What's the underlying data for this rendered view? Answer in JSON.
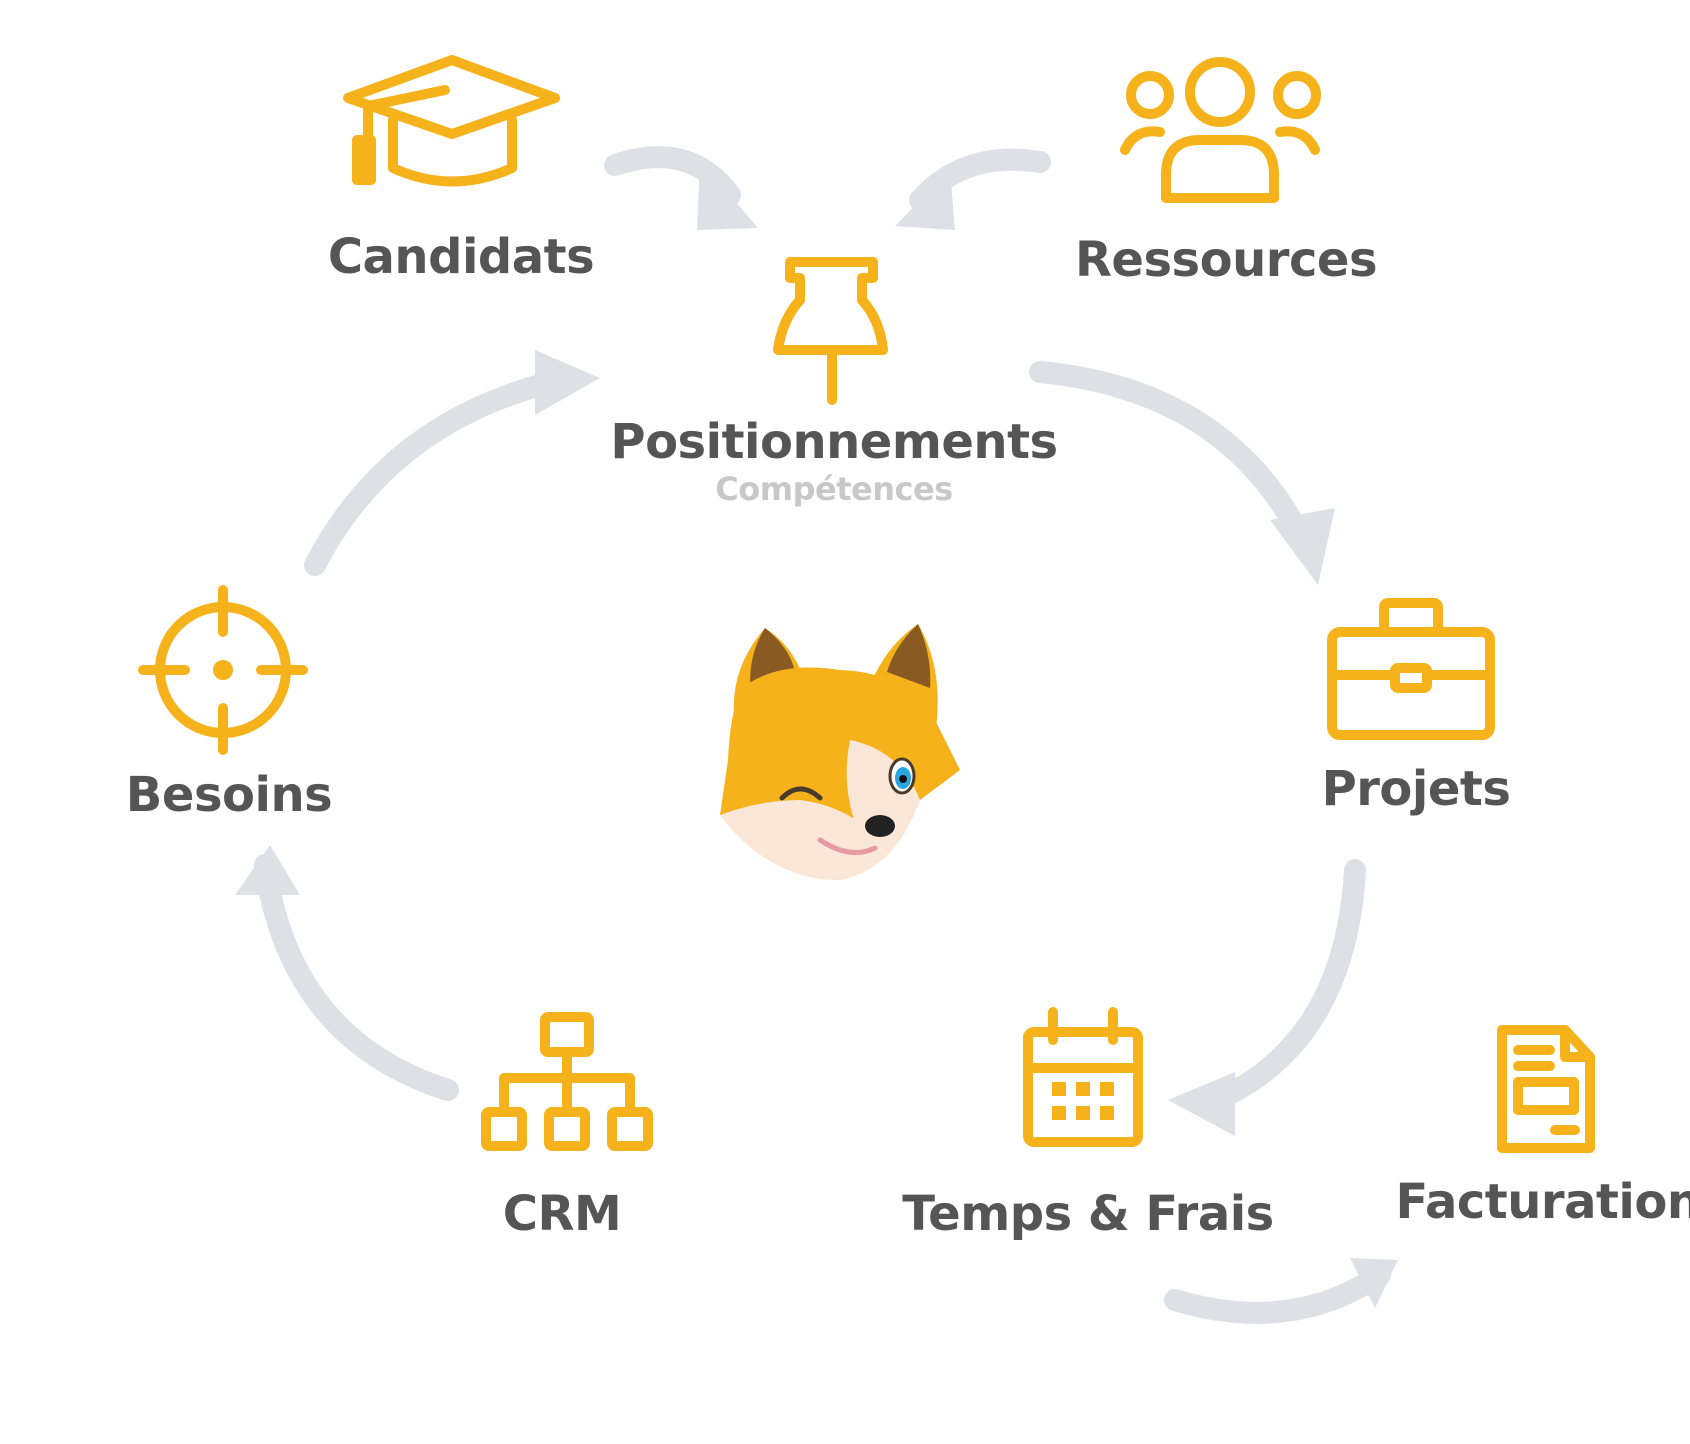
{
  "colors": {
    "accent": "#f5b21b",
    "arrow": "#dde1e6",
    "label": "#555555",
    "sublabel": "#c8c8c8"
  },
  "nodes": {
    "candidats": {
      "label": "Candidats",
      "icon": "graduation-cap-icon"
    },
    "ressources": {
      "label": "Ressources",
      "icon": "users-icon"
    },
    "positionnements": {
      "label": "Positionnements",
      "sublabel": "Compétences",
      "icon": "pushpin-icon"
    },
    "projets": {
      "label": "Projets",
      "icon": "briefcase-icon"
    },
    "besoins": {
      "label": "Besoins",
      "icon": "target-icon"
    },
    "crm": {
      "label": "CRM",
      "icon": "org-chart-icon"
    },
    "temps_frais": {
      "label": "Temps & Frais",
      "icon": "calendar-icon"
    },
    "facturation": {
      "label": "Facturation",
      "icon": "invoice-icon"
    }
  },
  "center": {
    "icon": "fox-mascot-icon"
  },
  "flow": [
    [
      "Candidats",
      "Positionnements"
    ],
    [
      "Ressources",
      "Positionnements"
    ],
    [
      "Positionnements",
      "Projets"
    ],
    [
      "Projets",
      "Temps & Frais"
    ],
    [
      "Temps & Frais",
      "Facturation"
    ],
    [
      "CRM",
      "Besoins"
    ],
    [
      "Besoins",
      "Positionnements"
    ]
  ]
}
